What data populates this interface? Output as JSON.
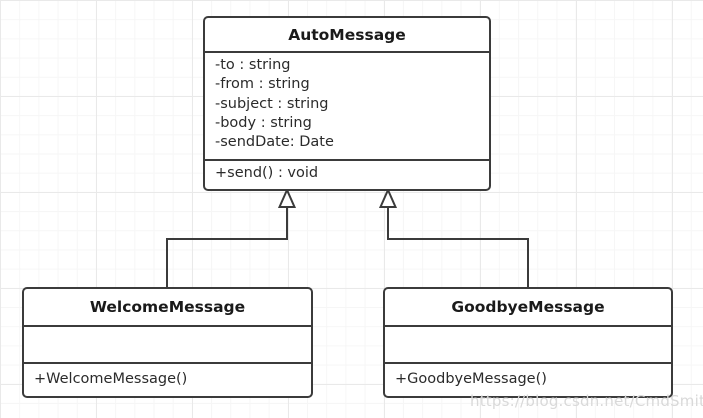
{
  "diagram": {
    "type": "uml-class-diagram",
    "background": "grid-paper",
    "grid_color": "#e9e9e9",
    "line_color": "#3b3b3b",
    "watermark": "https://blog.csdn.net/CmdSmith"
  },
  "classes": {
    "automessage": {
      "name": "AutoMessage",
      "attributes": [
        "-to : string",
        "-from : string",
        "-subject : string",
        "-body : string",
        "-sendDate: Date"
      ],
      "operations": [
        "+send() : void"
      ]
    },
    "welcomemessage": {
      "name": "WelcomeMessage",
      "attributes": [],
      "operations": [
        "+WelcomeMessage()"
      ]
    },
    "goodbyemessage": {
      "name": "GoodbyeMessage",
      "attributes": [],
      "operations": [
        "+GoodbyeMessage()"
      ]
    }
  },
  "relationships": [
    {
      "kind": "generalization",
      "from": "WelcomeMessage",
      "to": "AutoMessage",
      "arrow": "hollow-triangle"
    },
    {
      "kind": "generalization",
      "from": "GoodbyeMessage",
      "to": "AutoMessage",
      "arrow": "hollow-triangle"
    }
  ]
}
